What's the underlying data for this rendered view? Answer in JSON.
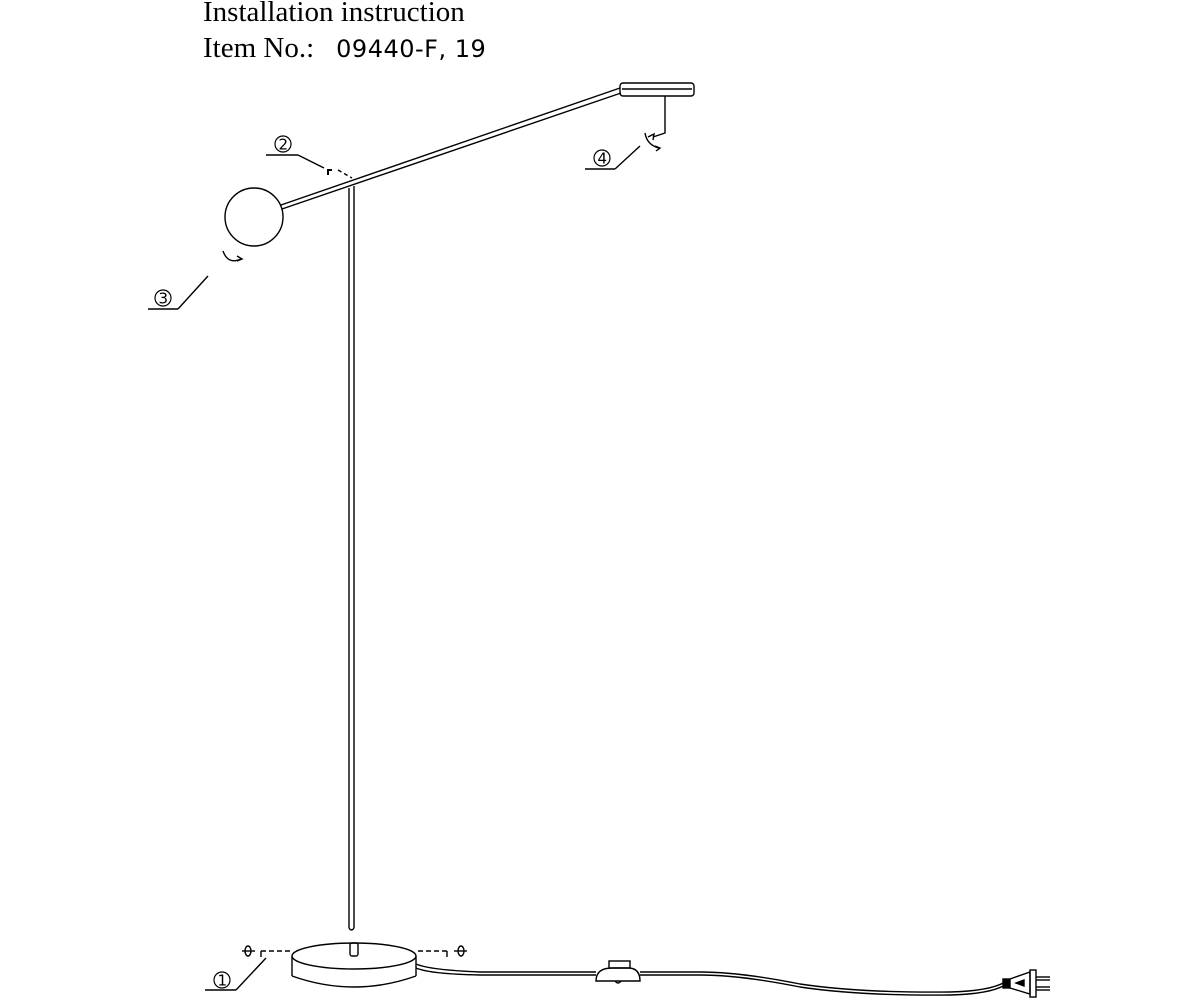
{
  "header": {
    "title": "Installation instruction",
    "item_label": "Item No.:",
    "item_number": "09440-F, 19"
  },
  "callouts": [
    {
      "id": 1,
      "symbol": "①",
      "part": "base-screw-connection"
    },
    {
      "id": 2,
      "symbol": "②",
      "part": "arm-pole-joint"
    },
    {
      "id": 3,
      "symbol": "③",
      "part": "counterweight-rotation"
    },
    {
      "id": 4,
      "symbol": "④",
      "part": "lamp-head-rotation"
    }
  ]
}
